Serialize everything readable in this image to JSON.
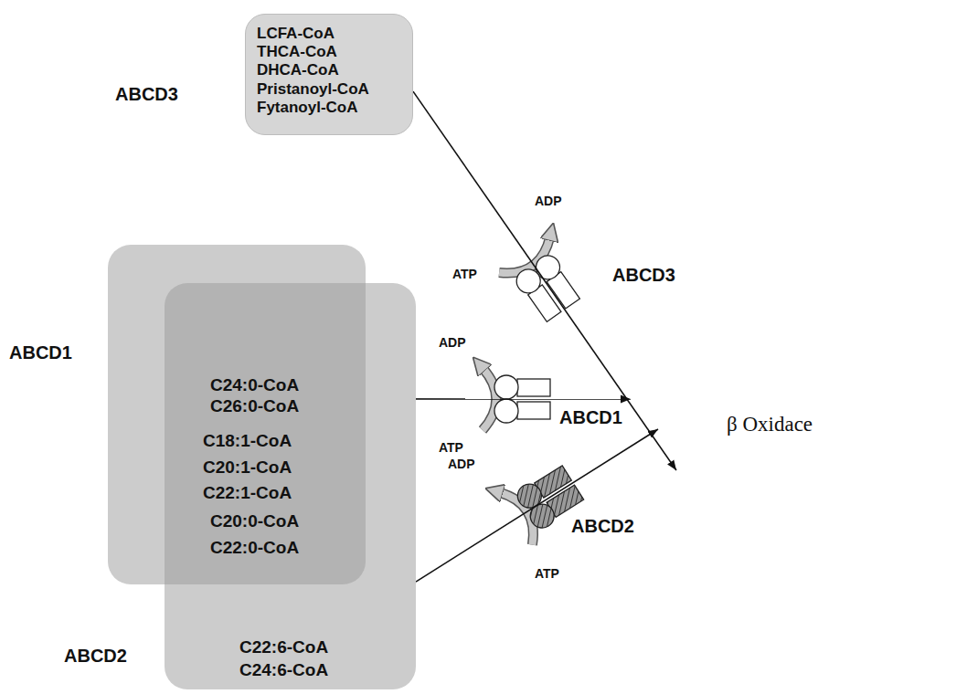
{
  "diagram": {
    "nodes": [
      {
        "text": [
          "ABCD3",
          "LCFA-CoA",
          "THCA-CoA",
          "DHCA-CoA",
          "Pristanoyl-CoA",
          "Fytanoyl-CoA"
        ]
      },
      {
        "text": [
          "ABCD1"
        ]
      },
      {
        "text": [
          "C24:0-CoA",
          "C26:0-CoA",
          "C18:1-CoA",
          "C20:1-CoA",
          "C22:1-CoA",
          "C20:0-CoA",
          "C22:0-CoA"
        ],
        "in": 1
      },
      {
        "text": [
          "ABCD2",
          "C22:6-CoA",
          "C24:6-CoA"
        ]
      },
      {
        "text": [
          "β Oxidace"
        ]
      }
    ],
    "edges": [
      {
        "from": 0,
        "to": 4,
        "arrow": "to"
      },
      {
        "from": 1,
        "to": 4,
        "arrow": "to"
      },
      {
        "from": 3,
        "to": 4,
        "arrow": "to"
      }
    ],
    "labels": [
      "ADP",
      "ATP",
      "ABCD3",
      "ADP",
      "ATP",
      "ABCD1",
      "ADP",
      "ATP",
      "ABCD2"
    ]
  }
}
